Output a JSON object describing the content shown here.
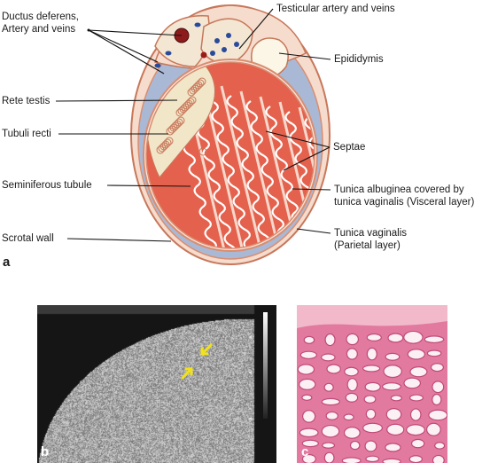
{
  "labels": {
    "ductus": "Ductus deferens,",
    "ductus2": "Artery and veins",
    "testicular": "Testicular artery and veins",
    "epididymis": "Epididymis",
    "rete": "Rete testis",
    "tubuli": "Tubuli recti",
    "septae": "Septae",
    "seminiferous": "Seminiferous tubule",
    "tunica_alb": "Tunica albuginea covered by",
    "tunica_alb2": "tunica vaginalis (Visceral layer)",
    "scrotal": "Scrotal wall",
    "tunica_vag": "Tunica vaginalis",
    "tunica_vag2": "(Parietal layer)"
  },
  "panels": {
    "a": "a",
    "b": "b",
    "c": "c"
  },
  "colors": {
    "scrotal_wall": "#f6dccd",
    "tunica": "#9fb1cf",
    "lobule": "#e4624d",
    "tubule": "#ffffff",
    "rete": "#f2e6c8",
    "histology_pink": "#e27aa0",
    "arrow": "#f2e21a"
  }
}
